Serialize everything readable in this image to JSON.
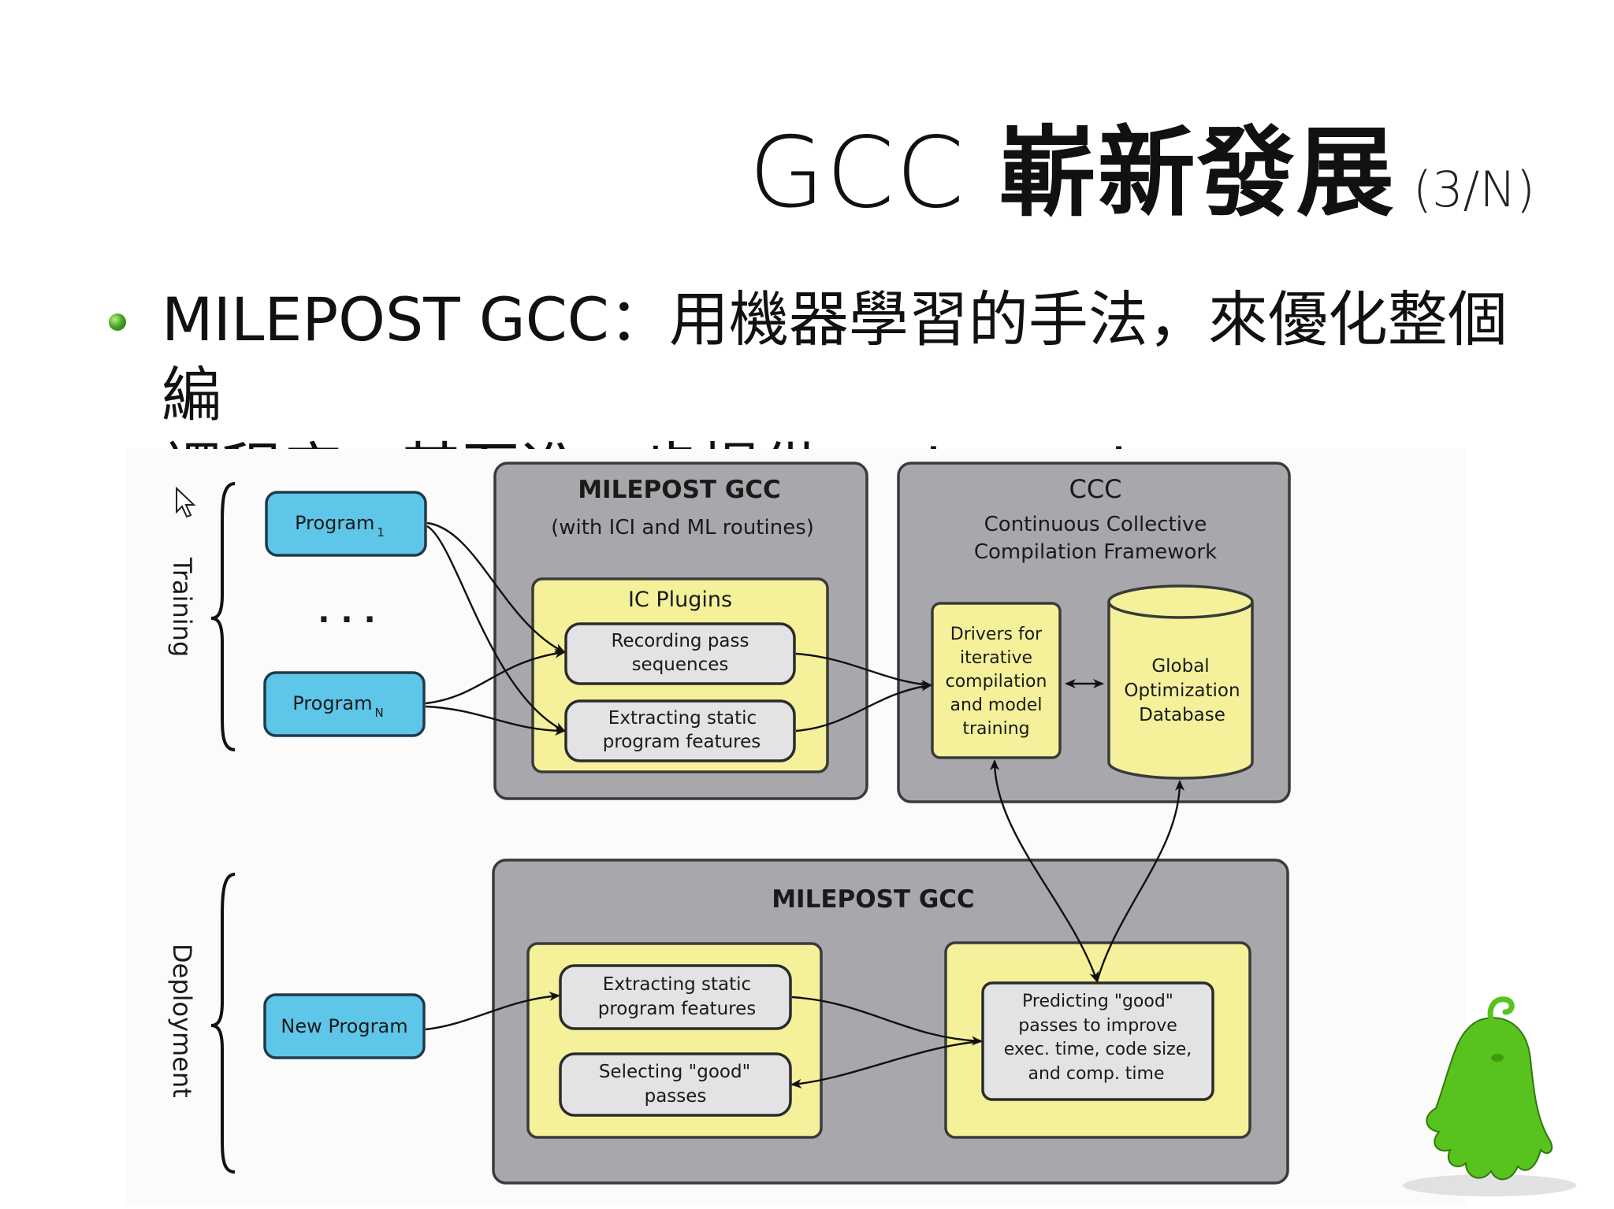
{
  "slide": {
    "title_main": "GCC",
    "title_cjk": "嶄新發展",
    "title_sub": "(3/N)",
    "bullet_line1": "MILEPOST GCC：用機器學習的手法，來優化整個編",
    "bullet_line2": "譯程序，甚至進一步提供 web service"
  },
  "diagram": {
    "training_label": "Training",
    "deployment_label": "Deployment",
    "program_1": {
      "name": "Program",
      "sub": "1"
    },
    "ellipsis": ". . .",
    "program_n": {
      "name": "Program",
      "sub": "N"
    },
    "new_program": "New Program",
    "milepost_top": {
      "title": "MILEPOST GCC",
      "subtitle": "(with ICI and ML routines)",
      "plugins_title": "IC Plugins",
      "recording": [
        "Recording pass",
        "sequences"
      ],
      "extracting": [
        "Extracting static",
        "program features"
      ]
    },
    "ccc": {
      "title": "CCC",
      "subtitle1": "Continuous Collective",
      "subtitle2": "Compilation Framework",
      "drivers": [
        "Drivers for",
        "iterative",
        "compilation",
        "and model",
        "training"
      ],
      "database": [
        "Global",
        "Optimization",
        "Database"
      ]
    },
    "milepost_bottom": {
      "title": "MILEPOST GCC",
      "extracting": [
        "Extracting static",
        "program features"
      ],
      "selecting": [
        "Selecting \"good\"",
        "passes"
      ],
      "predicting": [
        "Predicting \"good\"",
        "passes to improve",
        "exec. time, code size,",
        "and comp. time"
      ]
    }
  },
  "colors": {
    "blue_box": "#5ec6e8",
    "gray_container": "#a8a7ab",
    "yellow_panel": "#f4f19a",
    "light_box": "#e3e3e5",
    "mascot_green": "#58c21e"
  },
  "icons": [
    "bullet-dot-icon",
    "cursor-arrow-icon",
    "mascot-icon"
  ]
}
